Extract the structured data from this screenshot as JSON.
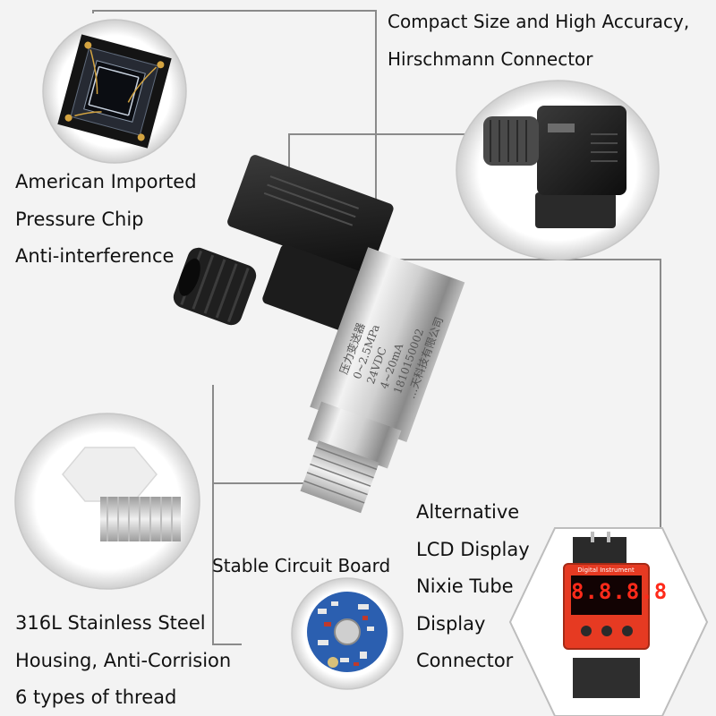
{
  "labels": {
    "compact": [
      "Compact Size and High Accuracy,",
      "Hirschmann Connector"
    ],
    "chip": [
      "American Imported",
      "Pressure Chip",
      "Anti-interference"
    ],
    "circuit": "Stable Circuit Board",
    "lcd": [
      "Alternative",
      "LCD Display",
      "Nixie Tube",
      "Display",
      "Connector"
    ],
    "housing": [
      "316L Stainless Steel",
      "Housing, Anti-Corrision",
      "6 types of thread"
    ]
  },
  "product": {
    "body_text": [
      "压力变送器",
      "0~2.5MPa",
      "24VDC",
      "4~20mA",
      "1810150002",
      "…天科技有限公司"
    ]
  },
  "display": {
    "title": "Digital Instrument",
    "readout": "8.8.8.8"
  },
  "colors": {
    "background": "#f3f3f3",
    "connector_black": "#1b1b1b",
    "steel_light": "#e6e6e6",
    "steel_dark": "#8c8c8c",
    "led_red": "#ff2a1a",
    "display_case": "#e63a22",
    "pcb_blue": "#2b5fb0"
  }
}
